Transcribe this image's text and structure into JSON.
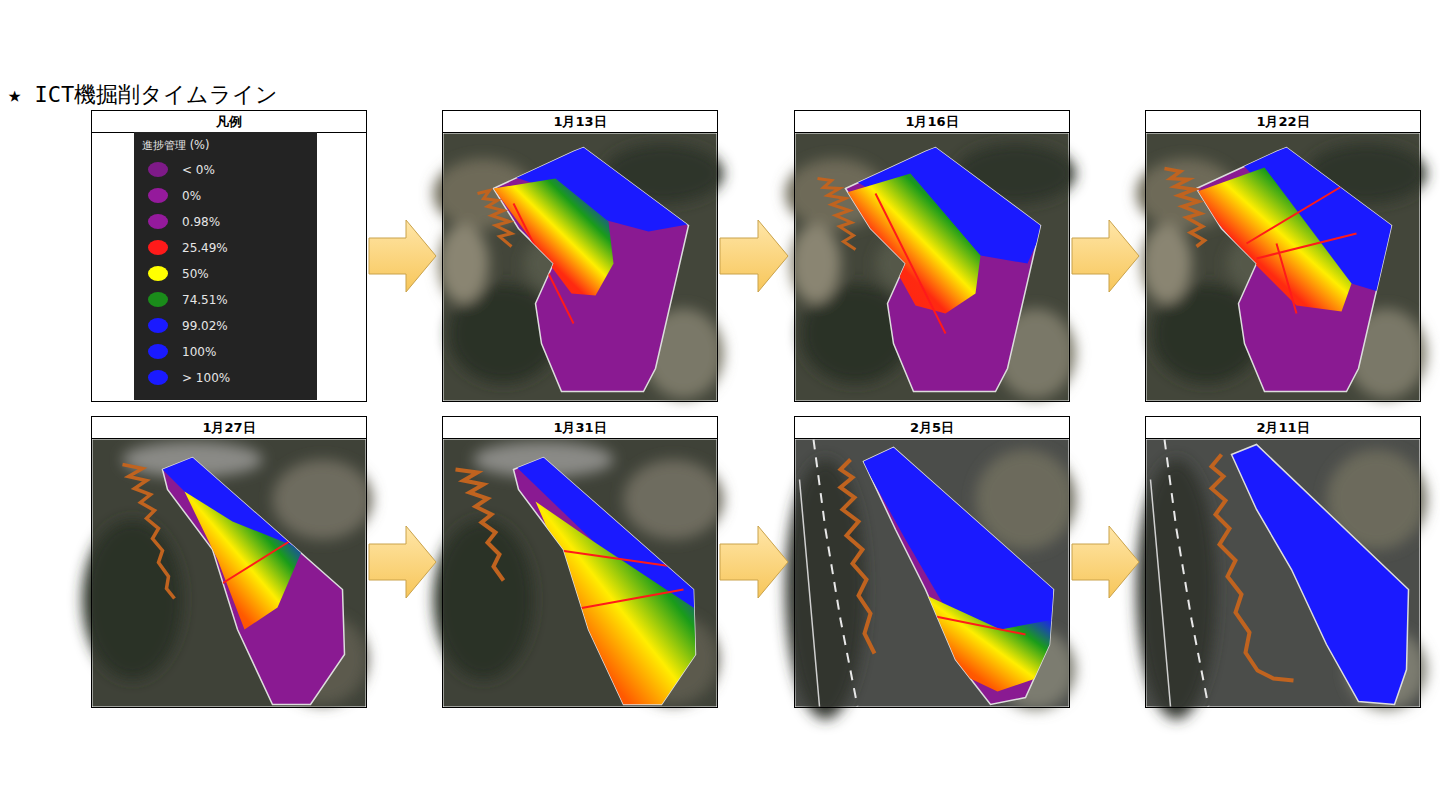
{
  "diagram": {
    "title": "★ ICT機掘削タイムライン",
    "nodes": [
      {
        "text": [
          "凡例"
        ]
      },
      {
        "text": [
          "進捗管理 (%)"
        ],
        "in": 0
      },
      {
        "text": [
          "1月13日"
        ]
      },
      {
        "text": [
          "1月16日"
        ]
      },
      {
        "text": [
          "1月22日"
        ]
      },
      {
        "text": [
          "1月27日"
        ]
      },
      {
        "text": [
          "1月31日"
        ]
      },
      {
        "text": [
          "2月5日"
        ]
      },
      {
        "text": [
          "2月11日"
        ]
      }
    ],
    "edges": [
      {
        "from": 0,
        "to": 2,
        "arrow": "to"
      },
      {
        "from": 2,
        "to": 3,
        "arrow": "to"
      },
      {
        "from": 3,
        "to": 4,
        "arrow": "to"
      },
      {
        "from": 5,
        "to": 6,
        "arrow": "to"
      },
      {
        "from": 6,
        "to": 7,
        "arrow": "to"
      },
      {
        "from": 7,
        "to": 8,
        "arrow": "to"
      }
    ],
    "legend": [
      {
        "text": "< 0%",
        "color": "#7e1a88"
      },
      {
        "text": "0%",
        "color": "#951a9c"
      },
      {
        "text": "0.98%",
        "color": "#951a9c"
      },
      {
        "text": "25.49%",
        "color": "#ff1a1a"
      },
      {
        "text": "50%",
        "color": "#ffff00"
      },
      {
        "text": "74.51%",
        "color": "#1a8c1a"
      },
      {
        "text": "99.02%",
        "color": "#1a1aff"
      },
      {
        "text": "100%",
        "color": "#1a1aff"
      },
      {
        "text": "> 100%",
        "color": "#1a1aff"
      }
    ]
  }
}
